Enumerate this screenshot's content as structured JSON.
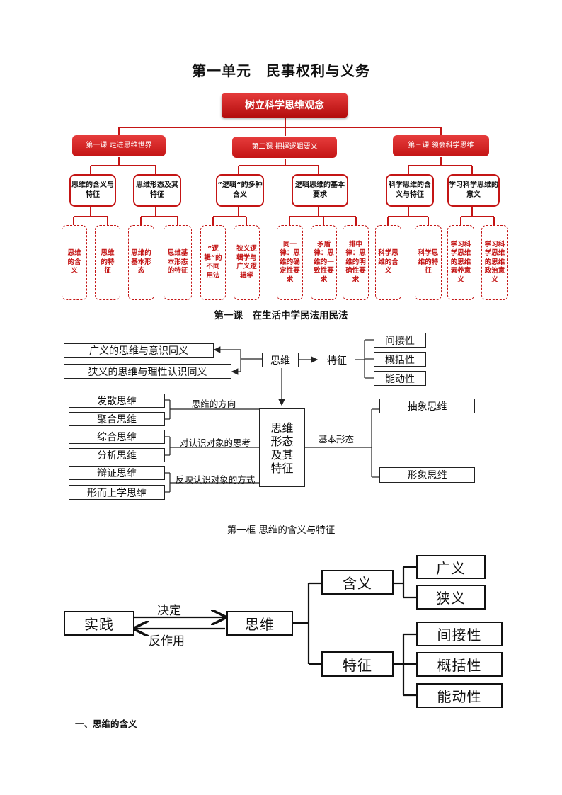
{
  "page_title": "第一单元　民事权利与义务",
  "map1": {
    "root": "树立科学思维观念",
    "lessons": [
      "第一课  走进思维世界",
      "第二课  把握逻辑要义",
      "第三课  领会科学思维"
    ],
    "topics": [
      "思维的含义与特征",
      "思维形态及其特征",
      "”逻辑“的多种含义",
      "逻辑思维的基本要求",
      "科学思维的含义与特征",
      "学习科学思维的意义"
    ],
    "leaves": [
      "思维的含义",
      "思维的特征",
      "思维的基本形态",
      "思维基本形态的特征",
      "”逻辑“的不同用法",
      "狭义逻辑学与广义逻辑学",
      "同一律：思维的确定性要求",
      "矛盾律：思维的一致性要求",
      "排中律：思维的明确性要求",
      "科学思维的含义",
      "科学思维的特征",
      "学习科学思维的思维素养意义",
      "学习科学思维的思维政治意义"
    ]
  },
  "heading_lesson": "第一课　在生活中学民法用民法",
  "map2": {
    "center": "思维",
    "feature": "特征",
    "broad": "广义的思维与意识同义",
    "narrow": "狭义的思维与理性认识同义",
    "traits": [
      "间接性",
      "概括性",
      "能动性"
    ],
    "forms_box": "思维形态及其特征",
    "basic_forms_label": "基本形态",
    "basic_forms": [
      "抽象思维",
      "形象思维"
    ],
    "pairs": [
      {
        "a": "发散思维",
        "b": "聚合思维",
        "label": "思维的方向"
      },
      {
        "a": "综合思维",
        "b": "分析思维",
        "label": "对认识对象的思考"
      },
      {
        "a": "辩证思维",
        "b": "形而上学思维",
        "label": "反映认识对象的方式"
      }
    ]
  },
  "heading_frame": "第一框  思维的含义与特征",
  "map3": {
    "practice": "实践",
    "thinking": "思维",
    "decides": "决定",
    "reacts": "反作用",
    "meaning": "含义",
    "meanings": [
      "广义",
      "狭义"
    ],
    "features": "特征",
    "traits": [
      "间接性",
      "概括性",
      "能动性"
    ]
  },
  "section1": "一、思维的含义"
}
